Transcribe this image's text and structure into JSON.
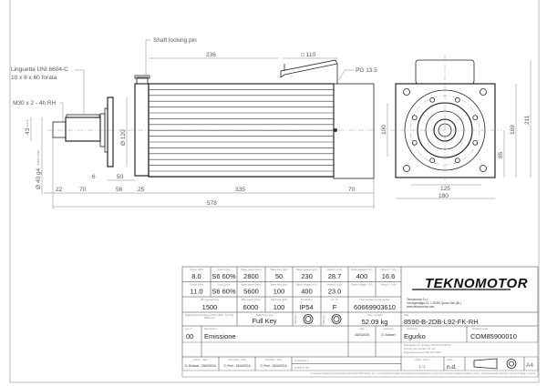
{
  "drawing": {
    "labels": {
      "shaft_locking_pin": "Shaft locking pin",
      "key_line1": "Linguetta UNI 6604-C",
      "key_line2": "10 x 8 x 60 forata",
      "thread": "M30 x 2 - 4h RH",
      "cable_gland": "PG 13.5"
    },
    "dimensions": {
      "top_236": "236",
      "box_110": "□ 110",
      "d43": "43",
      "d43_tol": "+0.1 / 0",
      "d40": "Ø 40 g4",
      "d40_tol": "-0.009 / -0.016",
      "d120": "Ø 120",
      "d6": "6",
      "d50": "50",
      "d22": "22",
      "d70a": "70",
      "d56": "56",
      "d25": "25",
      "d335": "335",
      "d70b": "70",
      "d578": "578",
      "d125": "125",
      "d180": "180",
      "d100": "100",
      "d85": "85",
      "d169": "169",
      "d211": "211"
    }
  },
  "title_block": {
    "row1": [
      {
        "label": "Power [kW]",
        "value": "8.0"
      },
      {
        "label": "Duty Cycle",
        "value": "S6 60%"
      },
      {
        "label": "Base speed [rpm]",
        "value": "2800"
      },
      {
        "label": "Base freq. [Hz]",
        "value": "50"
      },
      {
        "label": "Base voltage Δ [V]",
        "value": "230"
      },
      {
        "label": "Absorb. Δ [A]",
        "value": "28.7"
      },
      {
        "label": "Base voltage Y [V]",
        "value": "400"
      },
      {
        "label": "Absorb. Y [A]",
        "value": "16.6"
      }
    ],
    "row2": [
      {
        "label": "Power [kW]",
        "value": "11.0"
      },
      {
        "label": "Duty Cycle",
        "value": "S6 60%"
      },
      {
        "label": "Base speed [rpm]",
        "value": "5600"
      },
      {
        "label": "Base freq. [Hz]",
        "value": "100"
      },
      {
        "label": "Base voltage Δ [V]",
        "value": "400"
      },
      {
        "label": "Absorb. Δ [A]",
        "value": "23.0"
      },
      {
        "label": "Base voltage Y [V]",
        "value": ""
      },
      {
        "label": "Absorb. Y [A]",
        "value": ""
      }
    ],
    "row3": [
      {
        "label": "Min speed [rpm]",
        "value": "1500"
      },
      {
        "label": "Max speed [rpm]",
        "value": "6000"
      },
      {
        "label": "Max freq. [Hz]",
        "value": "100"
      },
      {
        "label": "Protection",
        "value": "IP54"
      },
      {
        "label": "Ins. Cl.",
        "value": "F"
      },
      {
        "label": "Part number on nameplate",
        "value": "60669903610"
      }
    ],
    "balancing": {
      "label": "Balancing according to ISO 1940 - G2.5 @ 6000 rpm",
      "type_label": "Balancing type",
      "type_value": "Full Key",
      "icon1_label": "Ball type",
      "icon2_label": "Ball type",
      "weight_label": "Peso / weight",
      "weight_value": "52.09 kg"
    },
    "revision": {
      "rev_label": "rev. n°",
      "rev_value": "00",
      "desc_label": "description",
      "desc_value": "Emissione",
      "date_label": "date",
      "date_value": "18/04/2016",
      "sig_label": "signature",
      "sig_value": "D. Bottarel"
    },
    "company": {
      "logo": "TEKNOMOTOR",
      "name": "Teknomotor S.r.l.",
      "address": "Via Argentaga 21, I-32030 Quero Vas (BL)",
      "web": "www.teknomotor.com"
    },
    "title_label": "Title",
    "title_value": "8590-B-2DB-L92-FK-RH",
    "customer_label": "Customer",
    "customer_value": "Egurko",
    "code_label": "Drawing code",
    "code_value": "COM85900010",
    "tolerances": [
      "Tolleranze non quotate: UNI EN 22768 fH",
      "Smussi non quotati: 0.5 mm",
      "Rugosità secondo UNI ISO 1302"
    ],
    "drawn_label": "drawn - date",
    "drawn_value": "D. Bottarel - 18/04/2016",
    "approved_label": "approved - date",
    "approved_value": "S. Perli - 18/04/2016",
    "checked_label": "checked - date",
    "checked_value": "S. Perli - 18/04/2016",
    "replaces_label": "sostituisce il",
    "replaced_by_label": "sostituito dal",
    "sheet_label": "foglio / sheet",
    "sheet_value": "1 / 1",
    "scale_label": "scala",
    "scale_value": "n.d.",
    "format": "A4",
    "disclaimer": "Il presente disegno è di proprietà esclusiva di Teknomotor S.r.l. La riproduzione totale e/o parziale e la divulgazione a terzi, senza nostro esplicito consenso scritto, verrà perseguito secondo i termini di legge in vigore."
  }
}
